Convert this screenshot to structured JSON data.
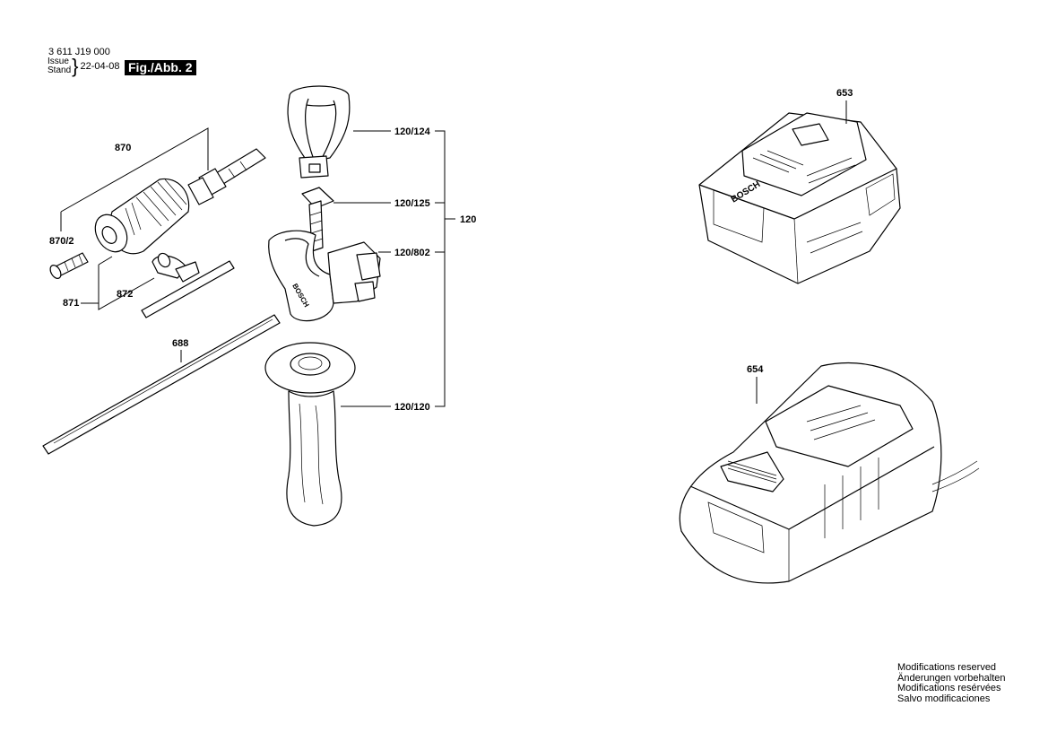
{
  "header": {
    "doc_number": "3 611 J19 000",
    "issue_label": "Issue",
    "stand_label": "Stand",
    "issue_date": "22-04-08",
    "figure": "Fig./Abb. 2"
  },
  "callouts": {
    "c870": "870",
    "c870_2": "870/2",
    "c871": "871",
    "c872": "872",
    "c688": "688",
    "c120_124": "120/124",
    "c120_125": "120/125",
    "c120_802": "120/802",
    "c120_120": "120/120",
    "c120": "120",
    "c653": "653",
    "c654": "654"
  },
  "footer": {
    "line1": "Modifications reserved",
    "line2": "Änderungen vorbehalten",
    "line3": "Modifications resérvées",
    "line4": "Salvo modificaciones"
  },
  "brand_text": "BOSCH"
}
